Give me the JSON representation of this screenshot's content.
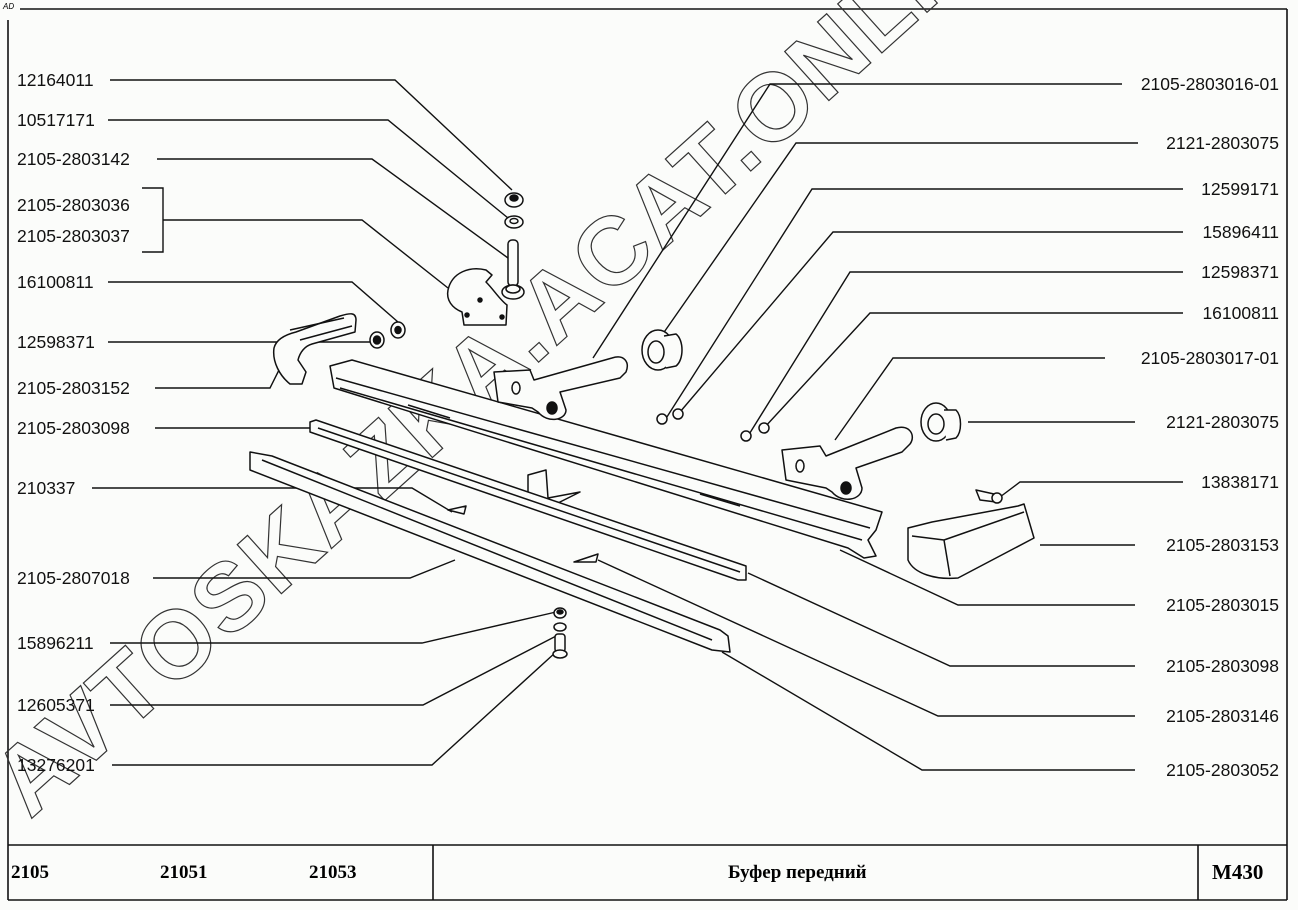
{
  "sheet": {
    "corner_mark": "AD",
    "title": "Буфер передний",
    "sheet_code": "M430",
    "models": [
      "2105",
      "21051",
      "21053"
    ],
    "watermark": "AVTOSKAZKA.ACAT.ONLINE"
  },
  "left_callouts": [
    {
      "id": "l1",
      "part_number": "12164011"
    },
    {
      "id": "l2",
      "part_number": "10517171"
    },
    {
      "id": "l3",
      "part_number": "2105-2803142"
    },
    {
      "id": "l4a",
      "part_number": "2105-2803036"
    },
    {
      "id": "l4b",
      "part_number": "2105-2803037"
    },
    {
      "id": "l5",
      "part_number": "16100811"
    },
    {
      "id": "l6",
      "part_number": "12598371"
    },
    {
      "id": "l7",
      "part_number": "2105-2803152"
    },
    {
      "id": "l8",
      "part_number": "2105-2803098"
    },
    {
      "id": "l9",
      "part_number": "210337"
    },
    {
      "id": "l10",
      "part_number": "2105-2807018"
    },
    {
      "id": "l11",
      "part_number": "15896211"
    },
    {
      "id": "l12",
      "part_number": "12605371"
    },
    {
      "id": "l13",
      "part_number": "13276201"
    }
  ],
  "right_callouts": [
    {
      "id": "r1",
      "part_number": "2105-2803016-01"
    },
    {
      "id": "r2",
      "part_number": "2121-2803075"
    },
    {
      "id": "r3",
      "part_number": "12599171"
    },
    {
      "id": "r4",
      "part_number": "15896411"
    },
    {
      "id": "r5",
      "part_number": "12598371"
    },
    {
      "id": "r6",
      "part_number": "16100811"
    },
    {
      "id": "r7",
      "part_number": "2105-2803017-01"
    },
    {
      "id": "r8",
      "part_number": "2121-2803075"
    },
    {
      "id": "r9",
      "part_number": "13838171"
    },
    {
      "id": "r10",
      "part_number": "2105-2803153"
    },
    {
      "id": "r11",
      "part_number": "2105-2803015"
    },
    {
      "id": "r12",
      "part_number": "2105-2803098"
    },
    {
      "id": "r13",
      "part_number": "2105-2803146"
    },
    {
      "id": "r14",
      "part_number": "2105-2803052"
    }
  ],
  "colors": {
    "ink": "#111111",
    "paper": "#fbfcfa",
    "watermark_stroke": "#333333"
  }
}
